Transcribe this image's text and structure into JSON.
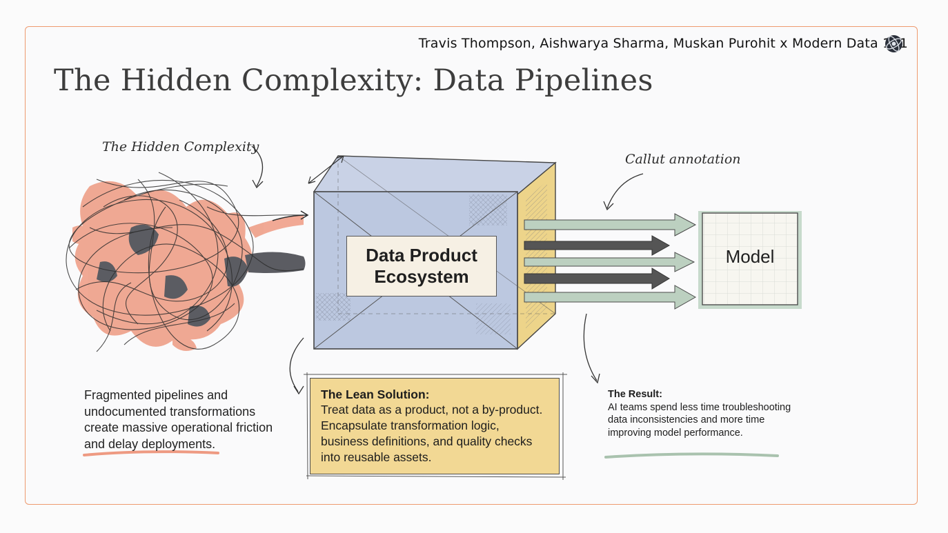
{
  "attribution": "Travis Thompson, Aishwarya Sharma, Muskan Purohit x Modern Data 101",
  "title": "The Hidden Complexity: Data Pipelines",
  "icons": {
    "brand_logo": "globe-logo-icon"
  },
  "annotations": {
    "hidden_complexity": "The Hidden Complexity",
    "callout": "Callut annotation"
  },
  "left_text": "Fragmented pipelines and undocumented transformations create massive operational friction and delay deployments.",
  "data_product": "Data Product Ecosystem",
  "model": "Model",
  "lean": {
    "title": "The Lean Solution:",
    "body": "Treat data as a product, not a by-product. Encapsulate transformation logic, business definitions, and quality checks into reusable assets."
  },
  "result": {
    "title": "The Result:",
    "body": "AI teams spend less time troubleshooting data inconsistencies and more time improving model performance."
  },
  "colors": {
    "frame": "#ee9a6e",
    "tangle_red": "#ee9a82",
    "box_blue": "#bcc8e0",
    "box_side": "#edd48a",
    "arrow_green": "#bcd0c0",
    "arrow_dark": "#555555",
    "model_green": "#8fb59a",
    "lean_bg": "#f2d894"
  }
}
